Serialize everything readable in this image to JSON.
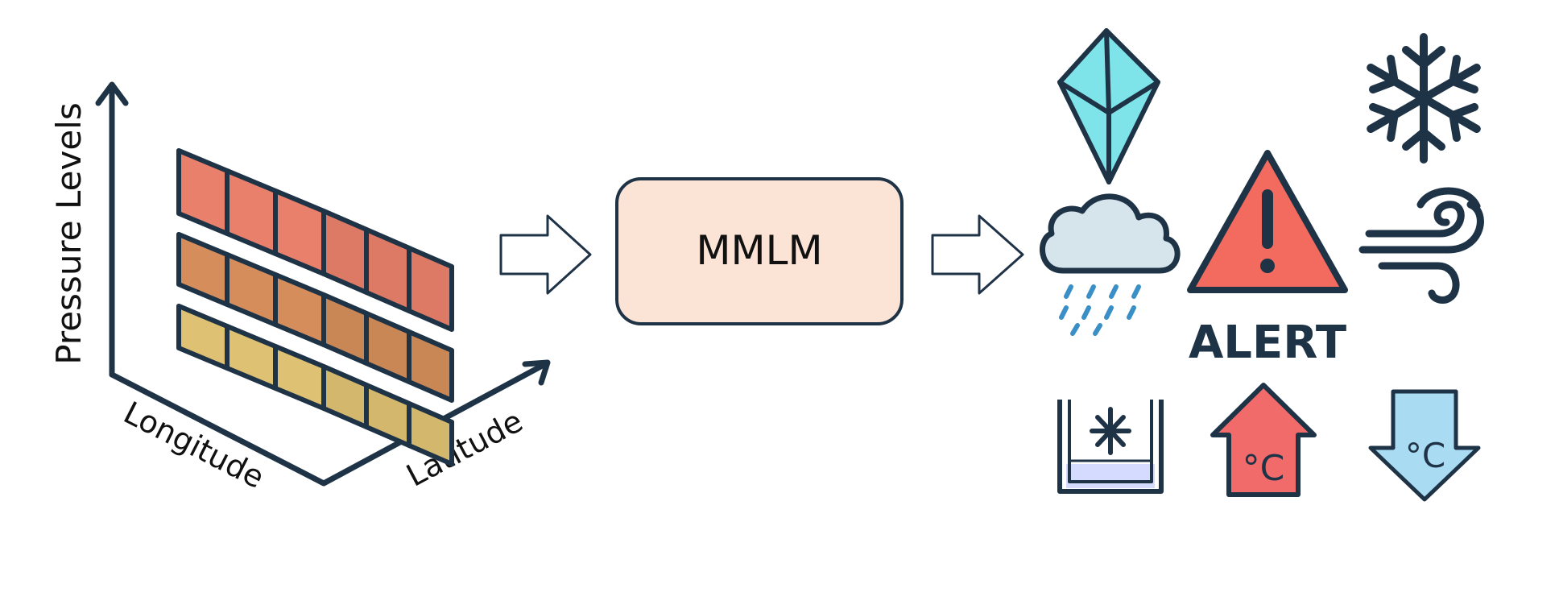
{
  "axes": {
    "vertical_label": "Pressure Levels",
    "left_diagonal_label": "Longitude",
    "right_diagonal_label": "Latitude"
  },
  "model_box": {
    "label": "MMLM"
  },
  "alert": {
    "label": "ALERT"
  },
  "colors": {
    "outline": "#1f3347",
    "layer_top": "#e9806b",
    "layer_top_light": "#f4b29b",
    "layer_middle": "#e79a63",
    "layer_bottom": "#f1d27c",
    "model_box_fill": "#fbe3d6",
    "alert_fill": "#f26b5e",
    "hail_fill": "#7fe3ea",
    "cloud_fill": "#d6e4ec",
    "rain": "#3a8fc6",
    "heat_arrow": "#f26b6b",
    "cold_arrow": "#a9dcf3",
    "frost_liquid": "#d4dbff"
  },
  "icons": [
    "hail-icon",
    "snowflake-icon",
    "rain-cloud-icon",
    "warning-triangle-icon",
    "wind-icon",
    "frost-container-icon",
    "temperature-rise-icon",
    "temperature-drop-icon"
  ],
  "icon_text": {
    "temp_up": "°C",
    "temp_down": "°C"
  }
}
